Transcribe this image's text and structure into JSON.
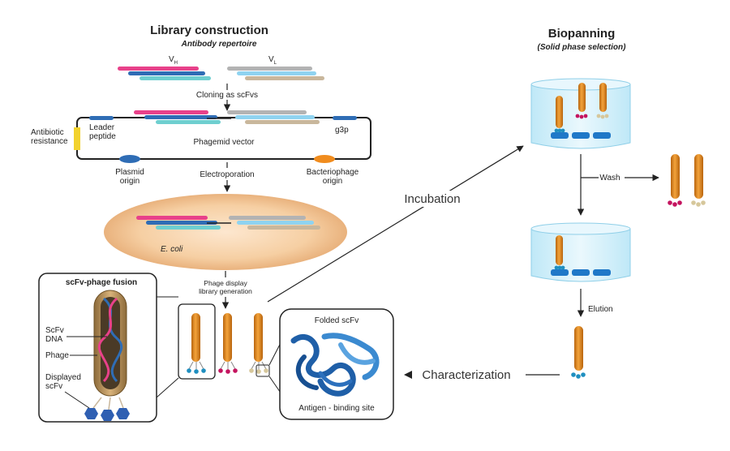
{
  "library": {
    "title": "Library construction",
    "subtitle": "Antibody repertoire",
    "vh": "V",
    "vh_sub": "H",
    "vl": "V",
    "vl_sub": "L",
    "cloning": "Cloning as scFvs",
    "leader_line1": "Leader",
    "leader_line2": "peptide",
    "g3p": "g3p",
    "antibiotic_line1": "Antibiotic",
    "antibiotic_line2": "resistance",
    "phagemid": "Phagemid vector",
    "plasmid_line1": "Plasmid",
    "plasmid_line2": "origin",
    "electroporation": "Electroporation",
    "bacteriophage_line1": "Bacteriophage",
    "bacteriophage_line2": "origin",
    "ecoli": "E. coli",
    "phage_display_line1": "Phage display",
    "phage_display_line2": "library generation"
  },
  "fusion": {
    "title": "scFv-phage fusion",
    "scfv_dna_line1": "ScFv",
    "scfv_dna_line2": "DNA",
    "phage": "Phage",
    "displayed_line1": "Displayed",
    "displayed_line2": "scFv"
  },
  "folded": {
    "title": "Folded scFv",
    "binding": "Antigen - binding site"
  },
  "biopanning": {
    "title": "Biopanning",
    "subtitle": "(Solid phase selection)",
    "wash": "Wash",
    "elution": "Elution"
  },
  "flow": {
    "incubation": "Incubation",
    "characterization": "Characterization"
  },
  "colors": {
    "pink": "#e8418a",
    "gray": "#b3b3b3",
    "blue": "#2f6db5",
    "cyan": "#6fcfd0",
    "lightblue": "#8fd3f0",
    "tan": "#c9b79c",
    "yellow": "#f2d22e",
    "orange": "#f08c1e",
    "phage": "#e08a1f",
    "beaker": "#d7f1fb",
    "plate": "#1f78c8"
  }
}
